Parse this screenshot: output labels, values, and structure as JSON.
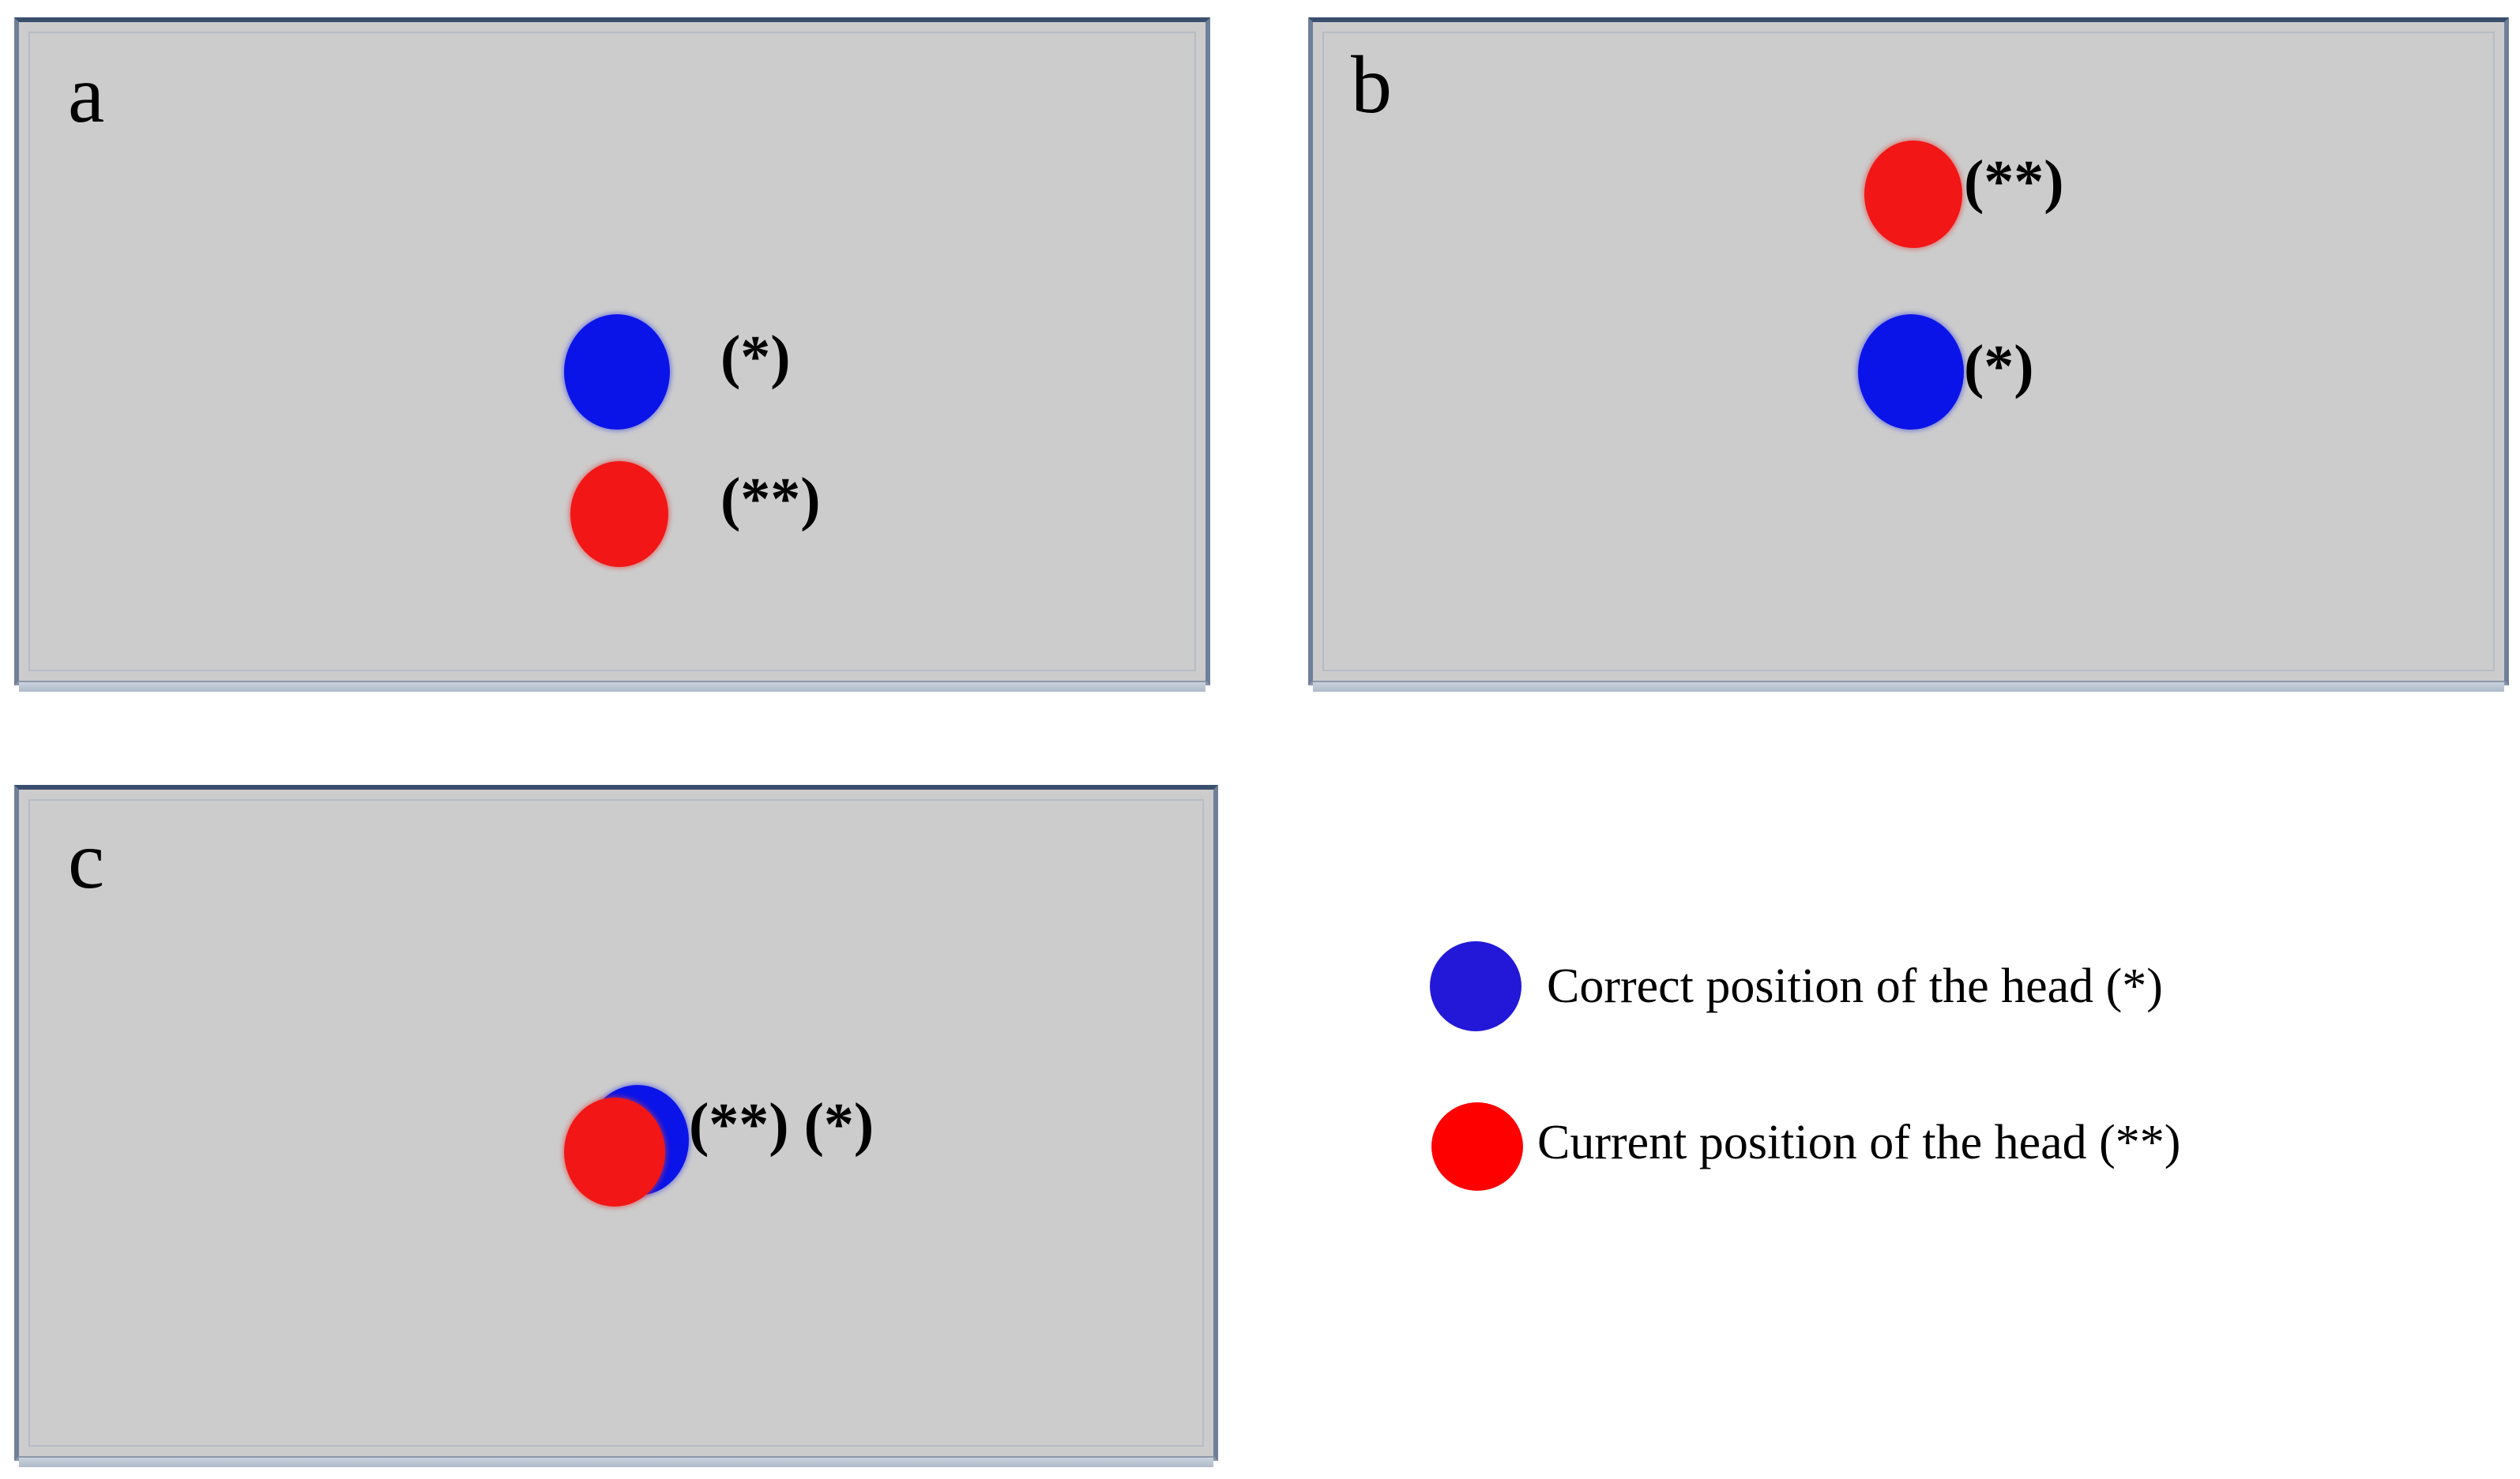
{
  "panels": {
    "a": {
      "letter": "a",
      "marker_blue": "(*)",
      "marker_red": "(**)"
    },
    "b": {
      "letter": "b",
      "marker_blue": "(*)",
      "marker_red": "(**)"
    },
    "c": {
      "letter": "c",
      "marker_combined": "(**) (*)"
    }
  },
  "legend": {
    "correct": "Correct position of the head (*)",
    "current": "Current position of the head (**)"
  },
  "colors": {
    "correct_head": "#0b14e8",
    "current_head": "#f21616",
    "legend_correct": "#2318d8",
    "legend_current": "#ff0000",
    "screen_background": "#cccccc"
  }
}
